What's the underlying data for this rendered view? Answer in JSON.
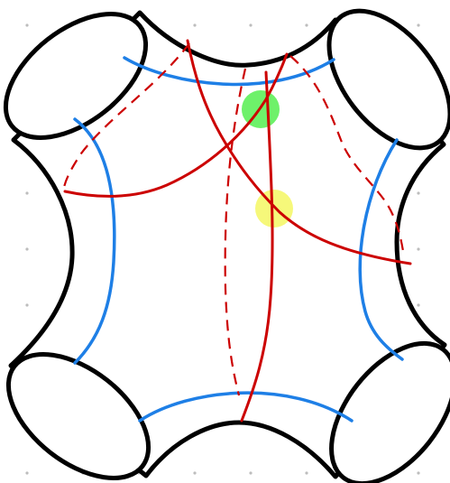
{
  "figure": {
    "kind": "pair-of-pants surface with four boundary circles",
    "background": "#ffffff",
    "grid": {
      "shown": true,
      "style": "dots",
      "color": "#bdbdbd"
    }
  },
  "colors": {
    "outline": "#000000",
    "seam_curves": "#1e7fe6",
    "solid_path": "#cc0000",
    "dashed_path": "#cc0000",
    "green_marker": "#5ef05a",
    "yellow_marker": "#f6f873"
  },
  "elements": {
    "boundary_circles": [
      "top-left",
      "top-right",
      "bottom-left",
      "bottom-right"
    ],
    "seam_curves": [
      "top",
      "right",
      "bottom",
      "left"
    ],
    "markers": [
      {
        "name": "green-marker",
        "color": "green"
      },
      {
        "name": "yellow-marker",
        "color": "yellow"
      }
    ],
    "solid_curve_count": 3,
    "dashed_curve_count": 3
  }
}
